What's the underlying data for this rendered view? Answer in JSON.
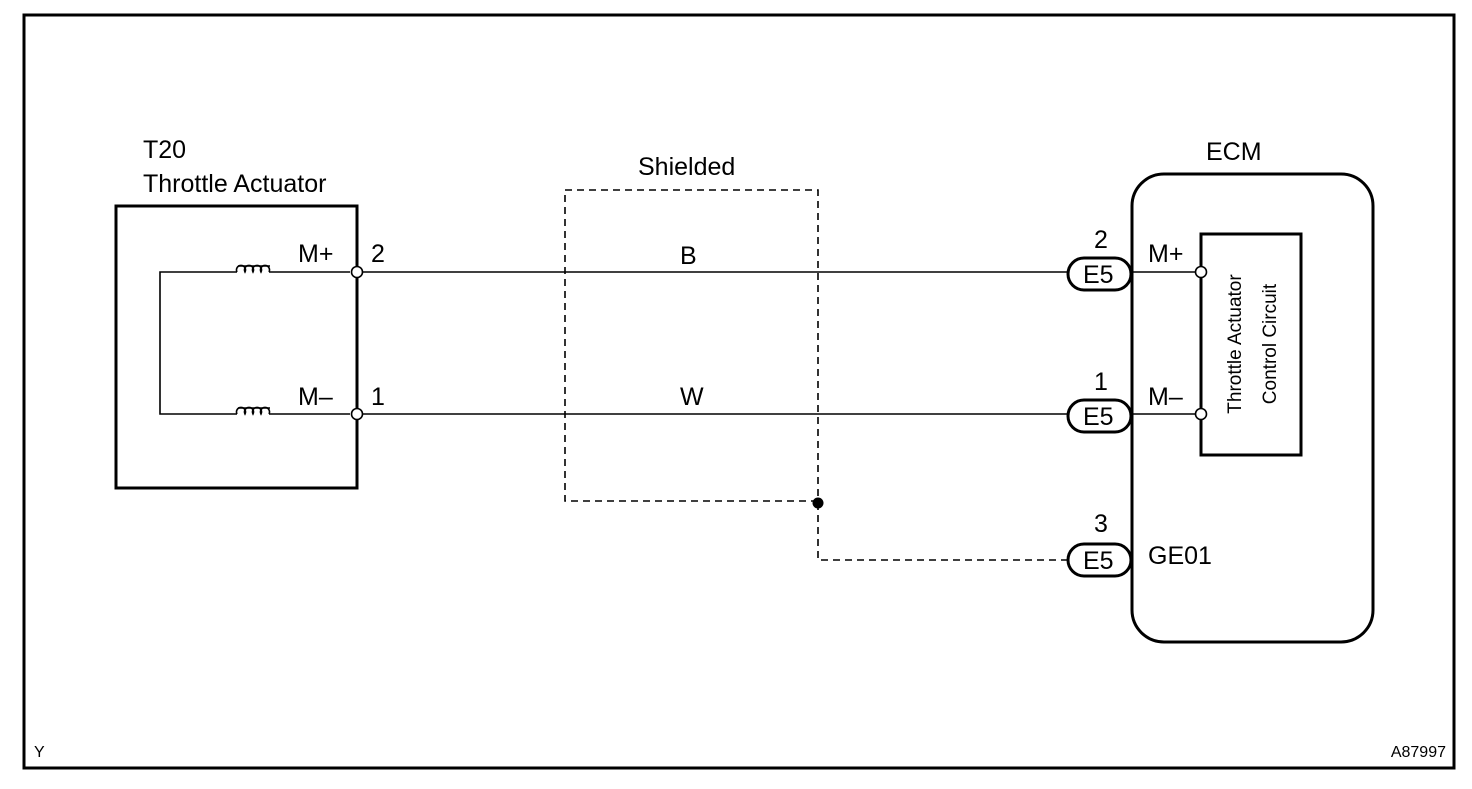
{
  "throttle_actuator": {
    "code": "T20",
    "name": "Throttle Actuator",
    "pins": [
      {
        "label": "M+",
        "number": "2"
      },
      {
        "label": "M–",
        "number": "1"
      }
    ]
  },
  "shield": {
    "label": "Shielded"
  },
  "wires": [
    {
      "color": "B"
    },
    {
      "color": "W"
    }
  ],
  "ecm": {
    "name": "ECM",
    "connectors": [
      {
        "code": "E5",
        "number": "2",
        "terminal": "M+"
      },
      {
        "code": "E5",
        "number": "1",
        "terminal": "M–"
      },
      {
        "code": "E5",
        "number": "3",
        "terminal": "GE01"
      }
    ],
    "circuit_line1": "Throttle Actuator",
    "circuit_line2": "Control Circuit"
  },
  "corner_left": "Y",
  "figure_id": "A87997"
}
